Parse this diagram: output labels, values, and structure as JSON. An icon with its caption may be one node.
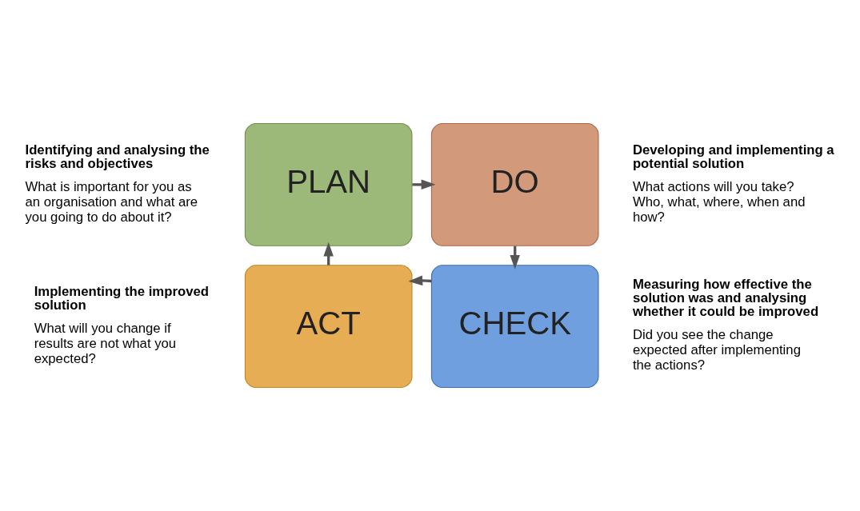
{
  "diagram": {
    "nodes": [
      {
        "text": [
          "PLAN"
        ],
        "beside": [
          "Identifying and analysing the risks and objectives",
          "What is important for you as an organisation and what are you going to do about it?"
        ]
      },
      {
        "text": [
          "DO"
        ],
        "beside": [
          "Developing and implementing a potential solution",
          "What actions will you take? Who, what, where, when and how?"
        ]
      },
      {
        "text": [
          "CHECK"
        ],
        "beside": [
          "Measuring how effective the solution was and analysing whether it could be improved",
          "Did you see the change expected after implementing the actions?"
        ]
      },
      {
        "text": [
          "ACT"
        ],
        "beside": [
          "Implementing the improved solution",
          "What will you change if results are not what you expected?"
        ]
      }
    ],
    "edges": [
      {
        "from": 0,
        "to": 1,
        "arrow": "to"
      },
      {
        "from": 1,
        "to": 2,
        "arrow": "to"
      },
      {
        "from": 2,
        "to": 3,
        "arrow": "to"
      },
      {
        "from": 3,
        "to": 0,
        "arrow": "to"
      }
    ]
  }
}
